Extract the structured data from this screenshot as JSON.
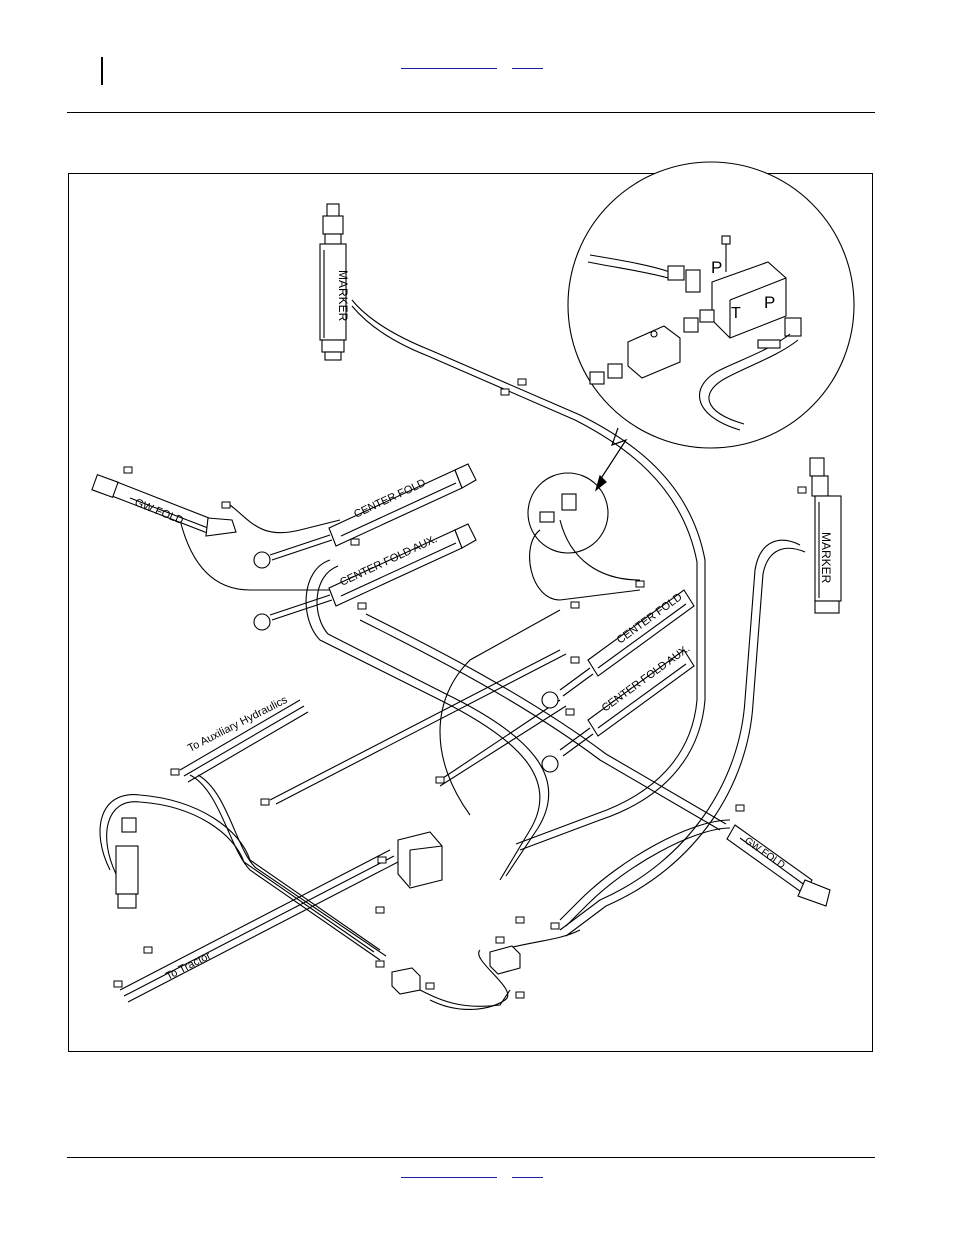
{
  "figure": {
    "labels": {
      "marker": "MARKER",
      "gw_fold": "GW FOLD",
      "center_fold": "CENTER FOLD",
      "center_fold_aux": "CENTER FOLD AUX.",
      "to_aux_hydraulics": "To Auxiliary Hydraulics",
      "to_tractor": "To Tractor",
      "port_p": "P",
      "port_t": "T"
    }
  }
}
